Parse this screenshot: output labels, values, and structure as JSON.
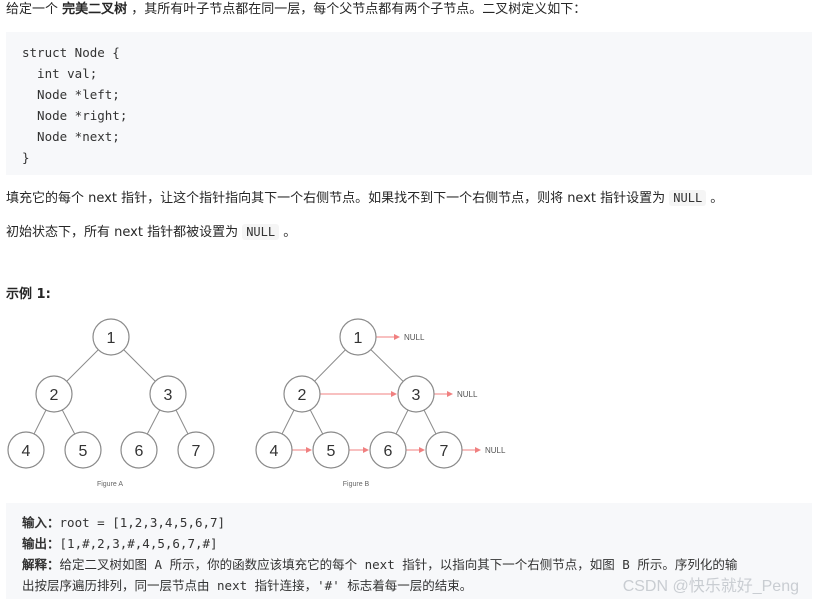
{
  "intro": {
    "prefix": "给定一个 ",
    "emph": "完美二叉树",
    "suffix": " ，其所有叶子节点都在同一层，每个父节点都有两个子节点。二叉树定义如下："
  },
  "code_lines": [
    "struct Node {",
    "  int val;",
    "  Node *left;",
    "  Node *right;",
    "  Node *next;",
    "}"
  ],
  "fill_text": {
    "before": "填充它的每个 next 指针，让这个指针指向其下一个右侧节点。如果找不到下一个右侧节点，则将 next 指针设置为 ",
    "code": "NULL",
    "after": " 。"
  },
  "init_text": {
    "before": "初始状态下，所有 next 指针都被设置为 ",
    "code": "NULL",
    "after": " 。"
  },
  "example_heading": "示例 1:",
  "tree_nodes": [
    "1",
    "2",
    "3",
    "4",
    "5",
    "6",
    "7"
  ],
  "figure_a_caption": "Figure A",
  "figure_b_caption": "Figure B",
  "null_label": "NULL",
  "colors": {
    "arrow": "#f08080",
    "node_stroke": "#8a8a8a"
  },
  "example": {
    "input_label": "输入：",
    "input_value": "root = [1,2,3,4,5,6,7]",
    "output_label": "输出：",
    "output_value": "[1,#,2,3,#,4,5,6,7,#]",
    "explain_label": "解释：",
    "explain_line1": "给定二叉树如图 A 所示，你的函数应该填充它的每个 next 指针，以指向其下一个右侧节点，如图 B 所示。序列化的输",
    "explain_line2": "出按层序遍历排列，同一层节点由 next 指针连接，'#' 标志着每一层的结束。"
  },
  "watermark": "CSDN @快乐就好_Peng"
}
